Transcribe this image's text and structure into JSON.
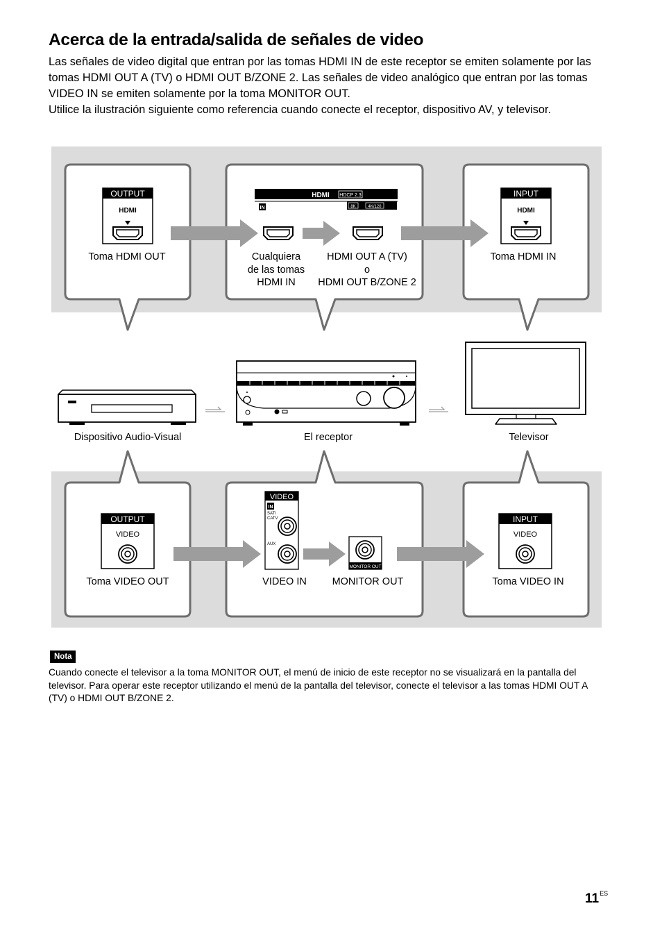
{
  "page": {
    "title": "Acerca de la entrada/salida de señales de video",
    "intro_1": "Las señales de video digital que entran por las tomas HDMI IN de este receptor se emiten solamente por las tomas HDMI OUT A (TV) o HDMI OUT B/ZONE 2. Las señales de video analógico que entran por las tomas VIDEO IN se emiten solamente por la toma MONITOR OUT.",
    "intro_2": "Utilice la ilustración siguiente como referencia cuando conecte el receptor, dispositivo AV, y televisor."
  },
  "hdmi_section": {
    "output_badge": "OUTPUT",
    "output_jack": "HDMI",
    "output_label": "Toma HDMI OUT",
    "receiver_bar": "HDMI",
    "receiver_hdcp": "HDCP 2.3",
    "receiver_in": "IN",
    "receiver_8k": "8K",
    "receiver_4k120": "4K/120",
    "any_in_line1": "Cualquiera",
    "any_in_line2": "de las tomas",
    "any_in_line3": "HDMI IN",
    "out_line1": "HDMI OUT A (TV)",
    "out_line2": "o",
    "out_line3": "HDMI OUT B/ZONE 2",
    "input_badge": "INPUT",
    "input_jack": "HDMI",
    "input_label": "Toma HDMI IN"
  },
  "devices": {
    "av_device": "Dispositivo Audio-Visual",
    "receiver": "El receptor",
    "tv": "Televisor"
  },
  "video_section": {
    "output_badge": "OUTPUT",
    "output_jack": "VIDEO",
    "output_label": "Toma VIDEO OUT",
    "panel_badge": "VIDEO",
    "panel_in": "IN",
    "panel_sat1": "SAT/",
    "panel_sat2": "CATV",
    "panel_aux": "AUX",
    "monitor_badge": "MONITOR OUT",
    "video_in_label": "VIDEO IN",
    "monitor_out_label": "MONITOR OUT",
    "input_badge": "INPUT",
    "input_jack": "VIDEO",
    "input_label": "Toma VIDEO IN"
  },
  "note": {
    "badge": "Nota",
    "text": "Cuando conecte el televisor a la toma MONITOR OUT, el menú de inicio de este receptor no se visualizará en la pantalla del televisor. Para operar este receptor utilizando el menú de la pantalla del televisor, conecte el televisor a las tomas HDMI OUT A (TV) o HDMI OUT B/ZONE 2."
  },
  "footer": {
    "page_number": "11",
    "lang": "ES"
  },
  "colors": {
    "panel_bg": "#dcdcdc",
    "arrow": "#9d9d9d",
    "callout_border": "#6e6e6e"
  }
}
